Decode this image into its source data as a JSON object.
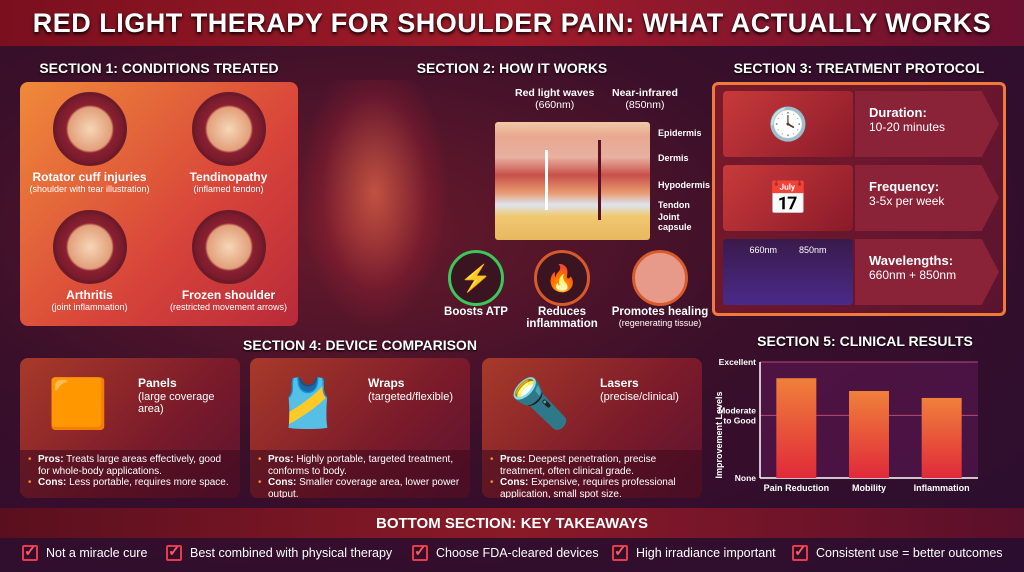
{
  "title": "RED LIGHT THERAPY FOR SHOULDER PAIN: WHAT ACTUALLY WORKS",
  "section1": {
    "heading": "SECTION 1: CONDITIONS TREATED",
    "items": [
      {
        "name": "Rotator cuff injuries",
        "sub": "(shoulder with tear illustration)"
      },
      {
        "name": "Tendinopathy",
        "sub": "(inflamed tendon)"
      },
      {
        "name": "Arthritis",
        "sub": "(joint inflammation)"
      },
      {
        "name": "Frozen shoulder",
        "sub": "(restricted movement arrows)"
      }
    ]
  },
  "section2": {
    "heading": "SECTION 2: HOW IT WORKS",
    "waves": [
      {
        "name": "Red light waves",
        "nm": "(660nm)"
      },
      {
        "name": "Near-infrared",
        "nm": "(850nm)"
      }
    ],
    "layers": [
      "Epidermis",
      "Dermis",
      "Hypodermis",
      "Tendon",
      "Joint capsule"
    ],
    "effects": [
      {
        "name": "Boosts ATP",
        "sub": ""
      },
      {
        "name": "Reduces inflammation",
        "sub": ""
      },
      {
        "name": "Promotes healing",
        "sub": "(regenerating tissue)"
      }
    ]
  },
  "section3": {
    "heading": "SECTION 3: TREATMENT PROTOCOL",
    "rows": [
      {
        "label": "Duration:",
        "value": "10-20 minutes"
      },
      {
        "label": "Frequency:",
        "value": "3-5x per week"
      },
      {
        "label": "Wavelengths:",
        "value": "660nm + 850nm"
      }
    ],
    "spectrum_labels": [
      "660nm",
      "850nm"
    ]
  },
  "section4": {
    "heading": "SECTION 4: DEVICE COMPARISON",
    "devices": [
      {
        "name": "Panels",
        "desc": "(large coverage area)",
        "pros": "Treats large areas effectively, good for whole-body applications.",
        "cons": "Less portable, requires more space."
      },
      {
        "name": "Wraps",
        "desc": "(targeted/flexible)",
        "pros": "Highly portable, targeted treatment, conforms to body.",
        "cons": "Smaller coverage area, lower power output."
      },
      {
        "name": "Lasers",
        "desc": "(precise/clinical)",
        "pros": "Deepest penetration, precise treatment, often clinical grade.",
        "cons": "Expensive, requires professional application, small spot size."
      }
    ],
    "pros_label": "Pros:",
    "cons_label": "Cons:"
  },
  "chart_data": {
    "type": "bar",
    "title": "SECTION 5: CLINICAL RESULTS",
    "ylabel": "Improvement Levels",
    "xlabel": "",
    "categories": [
      "Pain Reduction",
      "Mobility",
      "Inflammation"
    ],
    "values": [
      86,
      75,
      69
    ],
    "ylim": [
      0,
      100
    ],
    "yticks": [
      {
        "label": "None",
        "value": 0
      },
      {
        "label": "Moderate to Good",
        "value": 54
      },
      {
        "label": "Excellent",
        "value": 100
      }
    ],
    "colors": {
      "top": "#f0803a",
      "bottom": "#e02a3a"
    }
  },
  "bottom": {
    "heading": "BOTTOM SECTION: KEY TAKEAWAYS",
    "items": [
      "Not a miracle cure",
      "Best combined with physical therapy",
      "Choose FDA-cleared devices",
      "High irradiance important",
      "Consistent use = better outcomes"
    ]
  }
}
